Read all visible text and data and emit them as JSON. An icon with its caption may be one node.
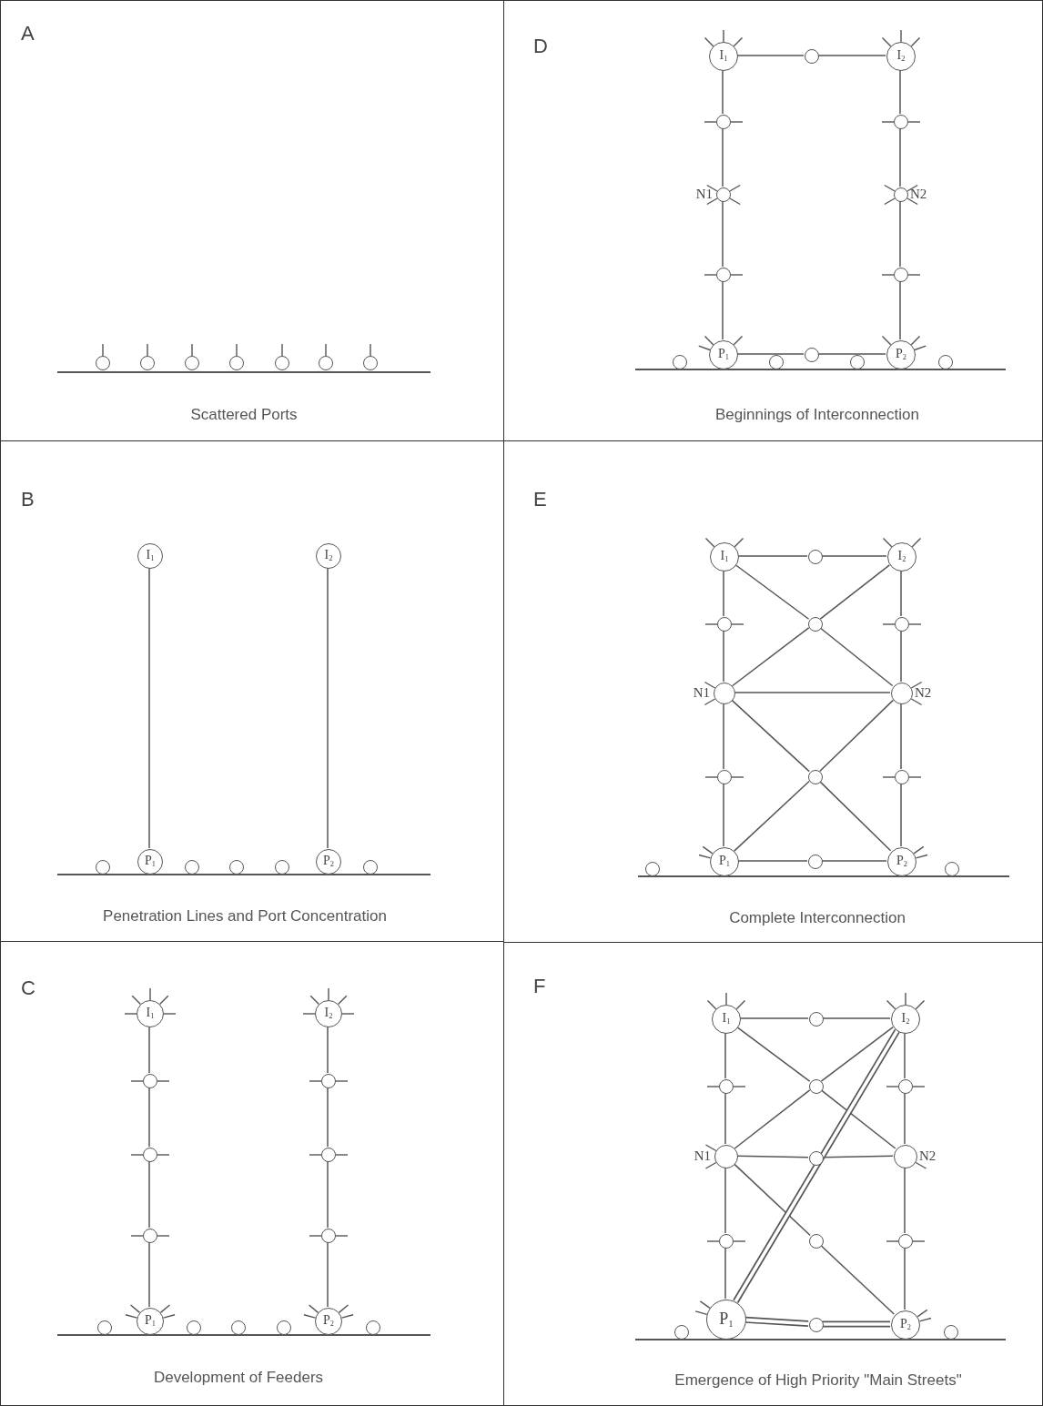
{
  "diagram": {
    "nodes": [
      {
        "text": [
          "A",
          "Scattered Ports"
        ]
      },
      {
        "text": [],
        "shape": "circle",
        "in": 0
      },
      {
        "text": [],
        "shape": "circle",
        "in": 0
      },
      {
        "text": [],
        "shape": "circle",
        "in": 0
      },
      {
        "text": [],
        "shape": "circle",
        "in": 0
      },
      {
        "text": [],
        "shape": "circle",
        "in": 0
      },
      {
        "text": [],
        "shape": "circle",
        "in": 0
      },
      {
        "text": [],
        "shape": "circle",
        "in": 0
      },
      {
        "text": [
          "B",
          "Penetration Lines and Port Concentration"
        ]
      },
      {
        "text": [
          "I$_{1}$"
        ],
        "in": 8
      },
      {
        "text": [
          "I$_{2}$"
        ],
        "in": 8
      },
      {
        "text": [],
        "shape": "circle",
        "in": 8
      },
      {
        "text": [
          "P$_{1}$"
        ],
        "in": 8
      },
      {
        "text": [],
        "shape": "circle",
        "in": 8
      },
      {
        "text": [],
        "shape": "circle",
        "in": 8
      },
      {
        "text": [],
        "shape": "circle",
        "in": 8
      },
      {
        "text": [
          "P$_{2}$"
        ],
        "in": 8
      },
      {
        "text": [],
        "shape": "circle",
        "in": 8
      },
      {
        "text": [
          "C",
          "Development of Feeders"
        ]
      },
      {
        "text": [
          "I$_{1}$"
        ],
        "in": 18
      },
      {
        "text": [
          "I$_{2}$"
        ],
        "in": 18
      },
      {
        "text": [],
        "shape": "circle",
        "in": 18
      },
      {
        "text": [],
        "shape": "circle",
        "in": 18
      },
      {
        "text": [],
        "shape": "circle",
        "in": 18
      },
      {
        "text": [],
        "shape": "circle",
        "in": 18
      },
      {
        "text": [],
        "shape": "circle",
        "in": 18
      },
      {
        "text": [],
        "shape": "circle",
        "in": 18
      },
      {
        "text": [],
        "shape": "circle",
        "in": 18
      },
      {
        "text": [
          "P$_{1}$"
        ],
        "in": 18
      },
      {
        "text": [],
        "shape": "circle",
        "in": 18
      },
      {
        "text": [],
        "shape": "circle",
        "in": 18
      },
      {
        "text": [],
        "shape": "circle",
        "in": 18
      },
      {
        "text": [
          "P$_{2}$"
        ],
        "in": 18
      },
      {
        "text": [],
        "shape": "circle",
        "in": 18
      },
      {
        "text": [
          "D",
          "Beginnings of Interconnection"
        ]
      },
      {
        "text": [
          "I$_{1}$"
        ],
        "in": 34
      },
      {
        "text": [],
        "shape": "circle",
        "in": 34
      },
      {
        "text": [
          "I$_{2}$"
        ],
        "in": 34
      },
      {
        "text": [],
        "shape": "circle",
        "in": 34
      },
      {
        "text": [],
        "shape": "circle",
        "in": 34
      },
      {
        "text": [],
        "shape": "circle",
        "in": 34,
        "beside": [
          "N1"
        ]
      },
      {
        "text": [],
        "shape": "circle",
        "in": 34,
        "beside": [
          "N2"
        ]
      },
      {
        "text": [],
        "shape": "circle",
        "in": 34
      },
      {
        "text": [],
        "shape": "circle",
        "in": 34
      },
      {
        "text": [],
        "shape": "circle",
        "in": 34
      },
      {
        "text": [
          "P$_{1}$"
        ],
        "in": 34
      },
      {
        "text": [],
        "shape": "circle",
        "in": 34
      },
      {
        "text": [],
        "shape": "circle",
        "in": 34
      },
      {
        "text": [],
        "shape": "circle",
        "in": 34
      },
      {
        "text": [
          "P$_{2}$"
        ],
        "in": 34
      },
      {
        "text": [],
        "shape": "circle",
        "in": 34
      },
      {
        "text": [
          "E",
          "Complete Interconnection"
        ]
      },
      {
        "text": [
          "I$_{1}$"
        ],
        "in": 51
      },
      {
        "text": [],
        "shape": "circle",
        "in": 51
      },
      {
        "text": [
          "I$_{2}$"
        ],
        "in": 51
      },
      {
        "text": [],
        "shape": "circle",
        "in": 51
      },
      {
        "text": [],
        "shape": "circle",
        "in": 51
      },
      {
        "text": [],
        "shape": "circle",
        "in": 51
      },
      {
        "text": [],
        "shape": "circle",
        "in": 51,
        "beside": [
          "N1"
        ]
      },
      {
        "text": [],
        "shape": "circle",
        "in": 51,
        "beside": [
          "N2"
        ]
      },
      {
        "text": [],
        "shape": "circle",
        "in": 51
      },
      {
        "text": [],
        "shape": "circle",
        "in": 51
      },
      {
        "text": [],
        "shape": "circle",
        "in": 51
      },
      {
        "text": [],
        "shape": "circle",
        "in": 51
      },
      {
        "text": [
          "P$_{1}$"
        ],
        "in": 51
      },
      {
        "text": [],
        "shape": "circle",
        "in": 51
      },
      {
        "text": [
          "P$_{2}$"
        ],
        "in": 51
      },
      {
        "text": [],
        "shape": "circle",
        "in": 51
      },
      {
        "text": [
          "F",
          "Emergence of High Priority \"Main Streets\""
        ]
      },
      {
        "text": [
          "I$_{1}$"
        ],
        "in": 68
      },
      {
        "text": [],
        "shape": "circle",
        "in": 68
      },
      {
        "text": [
          "I$_{2}$"
        ],
        "in": 68
      },
      {
        "text": [],
        "shape": "circle",
        "in": 68
      },
      {
        "text": [],
        "shape": "circle",
        "in": 68
      },
      {
        "text": [],
        "shape": "circle",
        "in": 68
      },
      {
        "text": [],
        "shape": "circle",
        "in": 68,
        "beside": [
          "N1"
        ]
      },
      {
        "text": [],
        "shape": "circle",
        "in": 68
      },
      {
        "text": [],
        "shape": "circle",
        "in": 68,
        "beside": [
          "N2"
        ]
      },
      {
        "text": [],
        "shape": "circle",
        "in": 68
      },
      {
        "text": [],
        "shape": "circle",
        "in": 68
      },
      {
        "text": [],
        "shape": "circle",
        "in": 68
      },
      {
        "text": [],
        "shape": "circle",
        "in": 68
      },
      {
        "text": [
          "P$_{1}$"
        ],
        "in": 68
      },
      {
        "text": [],
        "shape": "circle",
        "in": 68
      },
      {
        "text": [
          "P$_{2}$"
        ],
        "in": 68
      },
      {
        "text": [],
        "shape": "circle",
        "in": 68
      }
    ],
    "edges": [
      {
        "from": 9,
        "to": 12,
        "arrow": "none"
      },
      {
        "from": 10,
        "to": 16,
        "arrow": "none"
      },
      {
        "from": 19,
        "to": 21,
        "arrow": "none"
      },
      {
        "from": 21,
        "to": 23,
        "arrow": "none"
      },
      {
        "from": 23,
        "to": 25,
        "arrow": "none"
      },
      {
        "from": 25,
        "to": 28,
        "arrow": "none"
      },
      {
        "from": 20,
        "to": 22,
        "arrow": "none"
      },
      {
        "from": 22,
        "to": 24,
        "arrow": "none"
      },
      {
        "from": 24,
        "to": 26,
        "arrow": "none"
      },
      {
        "from": 26,
        "to": 32,
        "arrow": "none"
      },
      {
        "from": 35,
        "to": 36,
        "arrow": "none"
      },
      {
        "from": 36,
        "to": 37,
        "arrow": "none"
      },
      {
        "from": 35,
        "to": 38,
        "arrow": "none"
      },
      {
        "from": 38,
        "to": 40,
        "arrow": "none"
      },
      {
        "from": 40,
        "to": 42,
        "arrow": "none"
      },
      {
        "from": 42,
        "to": 45,
        "arrow": "none"
      },
      {
        "from": 37,
        "to": 39,
        "arrow": "none"
      },
      {
        "from": 39,
        "to": 41,
        "arrow": "none"
      },
      {
        "from": 41,
        "to": 43,
        "arrow": "none"
      },
      {
        "from": 43,
        "to": 49,
        "arrow": "none"
      },
      {
        "from": 45,
        "to": 47,
        "arrow": "none"
      },
      {
        "from": 47,
        "to": 49,
        "arrow": "none"
      },
      {
        "from": 52,
        "to": 53,
        "arrow": "none"
      },
      {
        "from": 53,
        "to": 54,
        "arrow": "none"
      },
      {
        "from": 52,
        "to": 55,
        "arrow": "none"
      },
      {
        "from": 55,
        "to": 58,
        "arrow": "none"
      },
      {
        "from": 58,
        "to": 60,
        "arrow": "none"
      },
      {
        "from": 60,
        "to": 64,
        "arrow": "none"
      },
      {
        "from": 54,
        "to": 57,
        "arrow": "none"
      },
      {
        "from": 57,
        "to": 59,
        "arrow": "none"
      },
      {
        "from": 59,
        "to": 62,
        "arrow": "none"
      },
      {
        "from": 62,
        "to": 66,
        "arrow": "none"
      },
      {
        "from": 52,
        "to": 56,
        "arrow": "none"
      },
      {
        "from": 56,
        "to": 59,
        "arrow": "none"
      },
      {
        "from": 54,
        "to": 56,
        "arrow": "none"
      },
      {
        "from": 56,
        "to": 58,
        "arrow": "none"
      },
      {
        "from": 58,
        "to": 59,
        "arrow": "none"
      },
      {
        "from": 58,
        "to": 61,
        "arrow": "none"
      },
      {
        "from": 61,
        "to": 66,
        "arrow": "none"
      },
      {
        "from": 59,
        "to": 61,
        "arrow": "none"
      },
      {
        "from": 61,
        "to": 64,
        "arrow": "none"
      },
      {
        "from": 64,
        "to": 65,
        "arrow": "none"
      },
      {
        "from": 65,
        "to": 66,
        "arrow": "none"
      },
      {
        "from": 69,
        "to": 70,
        "arrow": "none"
      },
      {
        "from": 70,
        "to": 71,
        "arrow": "none"
      },
      {
        "from": 69,
        "to": 72,
        "arrow": "none"
      },
      {
        "from": 72,
        "to": 75,
        "arrow": "none"
      },
      {
        "from": 75,
        "to": 78,
        "arrow": "none"
      },
      {
        "from": 78,
        "to": 82,
        "arrow": "none"
      },
      {
        "from": 71,
        "to": 74,
        "arrow": "none"
      },
      {
        "from": 74,
        "to": 77,
        "arrow": "none"
      },
      {
        "from": 77,
        "to": 80,
        "arrow": "none"
      },
      {
        "from": 80,
        "to": 84,
        "arrow": "none"
      },
      {
        "from": 69,
        "to": 73,
        "arrow": "none"
      },
      {
        "from": 73,
        "to": 77,
        "arrow": "none"
      },
      {
        "from": 75,
        "to": 73,
        "arrow": "none"
      },
      {
        "from": 73,
        "to": 71,
        "arrow": "none"
      },
      {
        "from": 75,
        "to": 76,
        "arrow": "none"
      },
      {
        "from": 76,
        "to": 77,
        "arrow": "none"
      },
      {
        "from": 75,
        "to": 79,
        "arrow": "none"
      },
      {
        "from": 79,
        "to": 84,
        "arrow": "none"
      },
      {
        "from": 82,
        "to": 71,
        "arrow": "none",
        "style": "thick"
      },
      {
        "from": 82,
        "to": 83,
        "arrow": "none",
        "style": "thick"
      },
      {
        "from": 83,
        "to": 84,
        "arrow": "none",
        "style": "thick"
      }
    ]
  }
}
